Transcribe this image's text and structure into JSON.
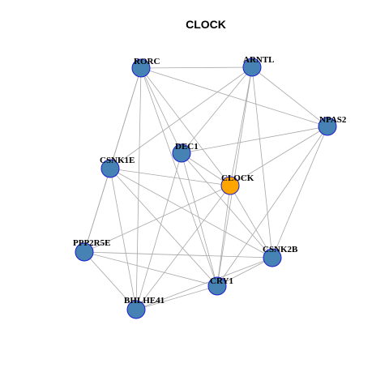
{
  "title": "CLOCK",
  "colors": {
    "node_default": "#4682B4",
    "node_highlight": "#FFA500",
    "node_border": "#1c1ccf",
    "edge": "#a8a8a8"
  },
  "nodes": [
    {
      "id": "RORC",
      "label": "RORC",
      "highlight": false
    },
    {
      "id": "ARNTL",
      "label": "ARNTL",
      "highlight": false
    },
    {
      "id": "NPAS2",
      "label": "NPAS2",
      "highlight": false
    },
    {
      "id": "DEC1",
      "label": "DEC1",
      "highlight": false
    },
    {
      "id": "CSNK1E",
      "label": "CSNK1E",
      "highlight": false
    },
    {
      "id": "CLOCK",
      "label": "CLOCK",
      "highlight": true
    },
    {
      "id": "PPP2R5E",
      "label": "PPP2R5E",
      "highlight": false
    },
    {
      "id": "CSNK2B",
      "label": "CSNK2B",
      "highlight": false
    },
    {
      "id": "CRY1",
      "label": "CRY1",
      "highlight": false
    },
    {
      "id": "BHLHE41",
      "label": "BHLHE41",
      "highlight": false
    }
  ],
  "edges": [
    [
      "RORC",
      "ARNTL"
    ],
    [
      "RORC",
      "NPAS2"
    ],
    [
      "RORC",
      "DEC1"
    ],
    [
      "RORC",
      "CLOCK"
    ],
    [
      "RORC",
      "CSNK1E"
    ],
    [
      "RORC",
      "PPP2R5E"
    ],
    [
      "RORC",
      "BHLHE41"
    ],
    [
      "RORC",
      "CRY1"
    ],
    [
      "ARNTL",
      "NPAS2"
    ],
    [
      "ARNTL",
      "DEC1"
    ],
    [
      "ARNTL",
      "CLOCK"
    ],
    [
      "ARNTL",
      "CSNK1E"
    ],
    [
      "ARNTL",
      "CSNK2B"
    ],
    [
      "ARNTL",
      "CRY1"
    ],
    [
      "NPAS2",
      "DEC1"
    ],
    [
      "NPAS2",
      "CLOCK"
    ],
    [
      "NPAS2",
      "CSNK2B"
    ],
    [
      "NPAS2",
      "CRY1"
    ],
    [
      "DEC1",
      "CLOCK"
    ],
    [
      "DEC1",
      "CSNK2B"
    ],
    [
      "DEC1",
      "CRY1"
    ],
    [
      "DEC1",
      "BHLHE41"
    ],
    [
      "CSNK1E",
      "CLOCK"
    ],
    [
      "CSNK1E",
      "PPP2R5E"
    ],
    [
      "CSNK1E",
      "CSNK2B"
    ],
    [
      "CSNK1E",
      "CRY1"
    ],
    [
      "CSNK1E",
      "BHLHE41"
    ],
    [
      "CLOCK",
      "PPP2R5E"
    ],
    [
      "CLOCK",
      "CRY1"
    ],
    [
      "CLOCK",
      "BHLHE41"
    ],
    [
      "CLOCK",
      "CSNK2B"
    ],
    [
      "PPP2R5E",
      "CSNK2B"
    ],
    [
      "PPP2R5E",
      "CRY1"
    ],
    [
      "PPP2R5E",
      "BHLHE41"
    ],
    [
      "CSNK2B",
      "CRY1"
    ],
    [
      "CSNK2B",
      "BHLHE41"
    ],
    [
      "CRY1",
      "BHLHE41"
    ]
  ]
}
